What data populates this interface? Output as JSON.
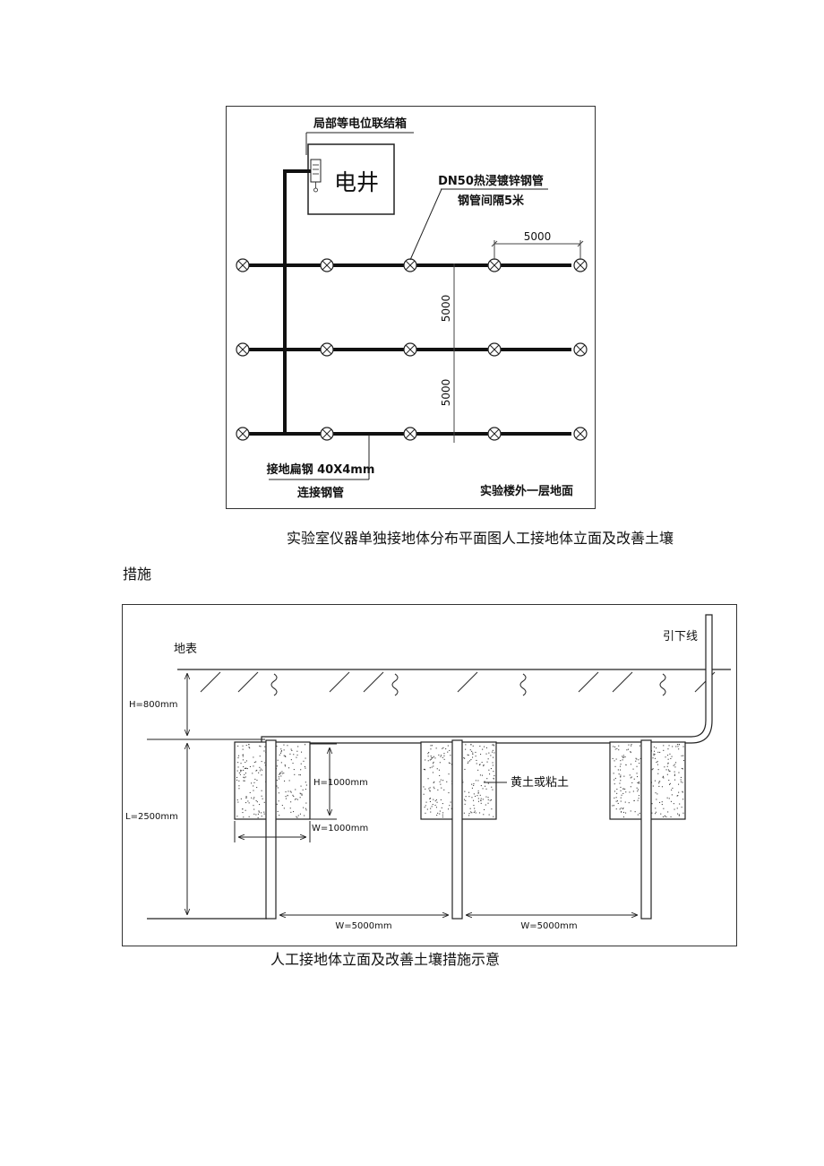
{
  "plan": {
    "box_label": "局部等电位联结箱",
    "shaft_label": "电井",
    "pipe_label_line1": "DN50热浸镀锌钢管",
    "pipe_label_line2": "钢管间隔5米",
    "dim_horizontal": "5000",
    "dim_vertical_1": "5000",
    "dim_vertical_2": "5000",
    "flat_steel_line1": "接地扁钢 40X4mm",
    "flat_steel_line2": "连接钢管",
    "location_label": "实验楼外一层地面"
  },
  "caption1_line1": "实验室仪器单独接地体分布平面图人工接地体立面及改善土壤",
  "caption1_line2": "措施",
  "elevation": {
    "surface_label": "地表",
    "downlead_label": "引下线",
    "depth_label": "H=800mm",
    "length_label": "L=2500mm",
    "soil_height_label": "H=1000mm",
    "soil_width_label": "W=1000mm",
    "soil_label": "黄土或粘土",
    "spacing_1": "W=5000mm",
    "spacing_2": "W=5000mm"
  },
  "caption2": "人工接地体立面及改善土壤措施示意"
}
